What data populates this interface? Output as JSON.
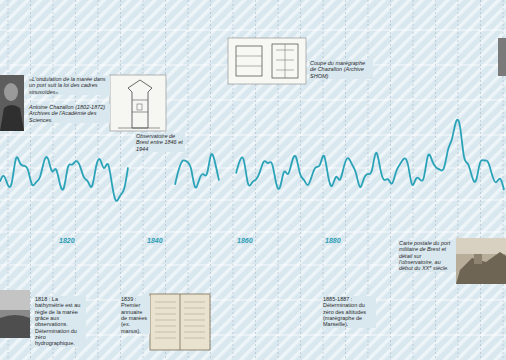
{
  "diagram": {
    "labels": [
      "«L'ondulation de la marée dans un port suit la loi des cadres sinusoïdes»",
      "Antoine Chazallon (1802-1872) Archives de l'Académie des Sciences.",
      "Coupe du marégraphe de Chazallon (Archive SHOM)",
      "Observatoire de Brest entre 1846 et 1944",
      "1820",
      "1840",
      "1860",
      "1880",
      "Carte postale du port militaire de Brest et détail sur l'observatoire, au début du XXᵉ siècle.",
      "1818 : La bathymétrie est au règle de la marée grâce aux observations. Détermination du zéro hydrographique.",
      "1839 : Premier annuaire de marées (ex. manus).",
      "1885-1887 : Détermination du zéro des altitudes (marégraphe de Marseille)."
    ]
  }
}
